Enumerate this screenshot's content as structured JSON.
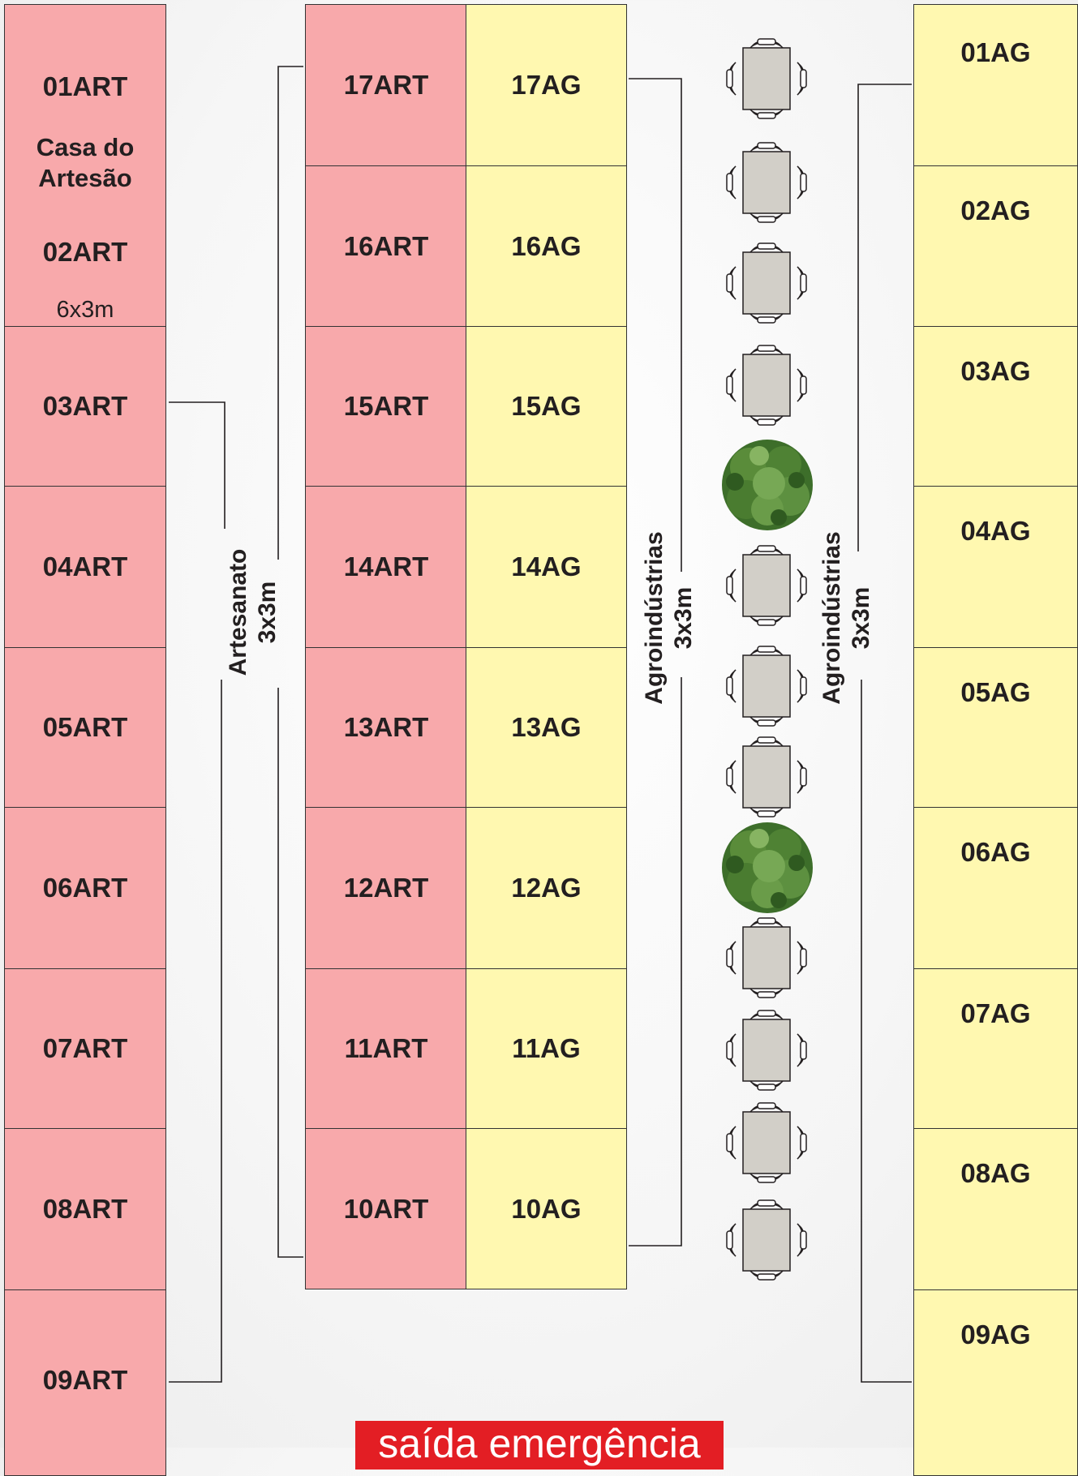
{
  "stalls": {
    "casa": {
      "code_top": "01ART",
      "name_line1": "Casa do",
      "name_line2": "Artesão",
      "code_bottom": "02ART",
      "size": "6x3m"
    },
    "left_art": [
      "03ART",
      "04ART",
      "05ART",
      "06ART",
      "07ART",
      "08ART",
      "09ART"
    ],
    "center_art": [
      "17ART",
      "16ART",
      "15ART",
      "14ART",
      "13ART",
      "12ART",
      "11ART",
      "10ART"
    ],
    "center_ag": [
      "17AG",
      "16AG",
      "15AG",
      "14AG",
      "13AG",
      "12AG",
      "11AG",
      "10AG"
    ],
    "right_ag": [
      "01AG",
      "02AG",
      "03AG",
      "04AG",
      "05AG",
      "06AG",
      "07AG",
      "08AG",
      "09AG"
    ]
  },
  "labels": {
    "artesanato": {
      "line1": "Artesanato",
      "line2": "3x3m"
    },
    "agro_center": {
      "line1": "Agroindústrias",
      "line2": "3x3m"
    },
    "agro_right": {
      "line1": "Agroindústrias",
      "line2": "3x3m"
    }
  },
  "exit": "saída emergência",
  "icons": {
    "table": "table-with-chairs-icon",
    "tree": "tree-icon"
  },
  "colors": {
    "artesanato": "#f8a9ab",
    "agroindustria": "#fff8b0",
    "exit": "#e31e24"
  }
}
